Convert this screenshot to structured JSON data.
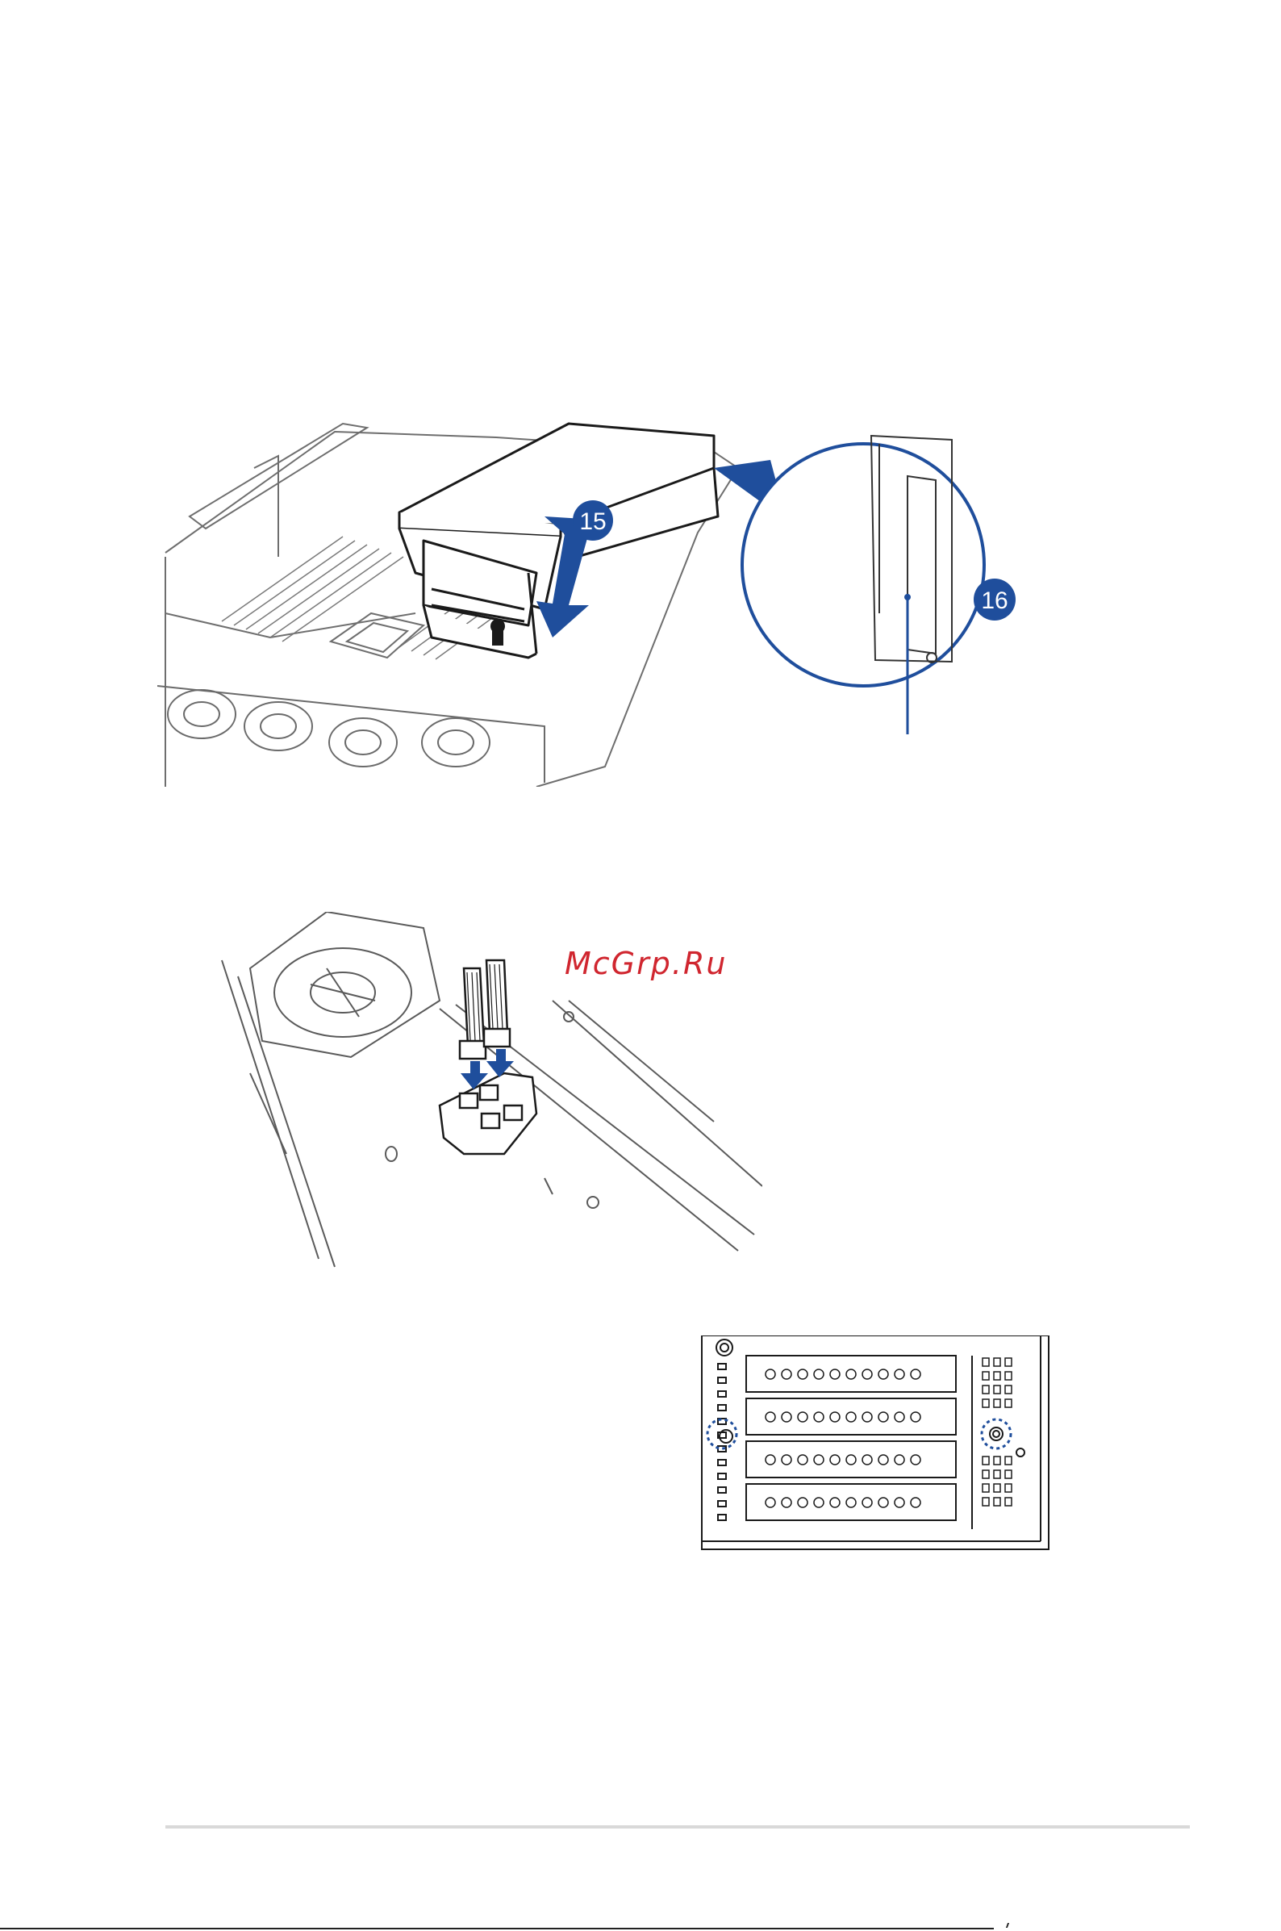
{
  "callouts": {
    "step_15": "15",
    "step_16": "16"
  },
  "watermark": {
    "text": "McGrp.Ru"
  },
  "icons": {
    "arrow_down": "arrow-down-icon",
    "callout_badge": "numbered-callout-icon"
  },
  "colors": {
    "accent_blue": "#1f4e9c",
    "line_art": "#5a5a5a",
    "watermark_red": "#d0262f",
    "footer_rule": "#d9d9d9"
  }
}
